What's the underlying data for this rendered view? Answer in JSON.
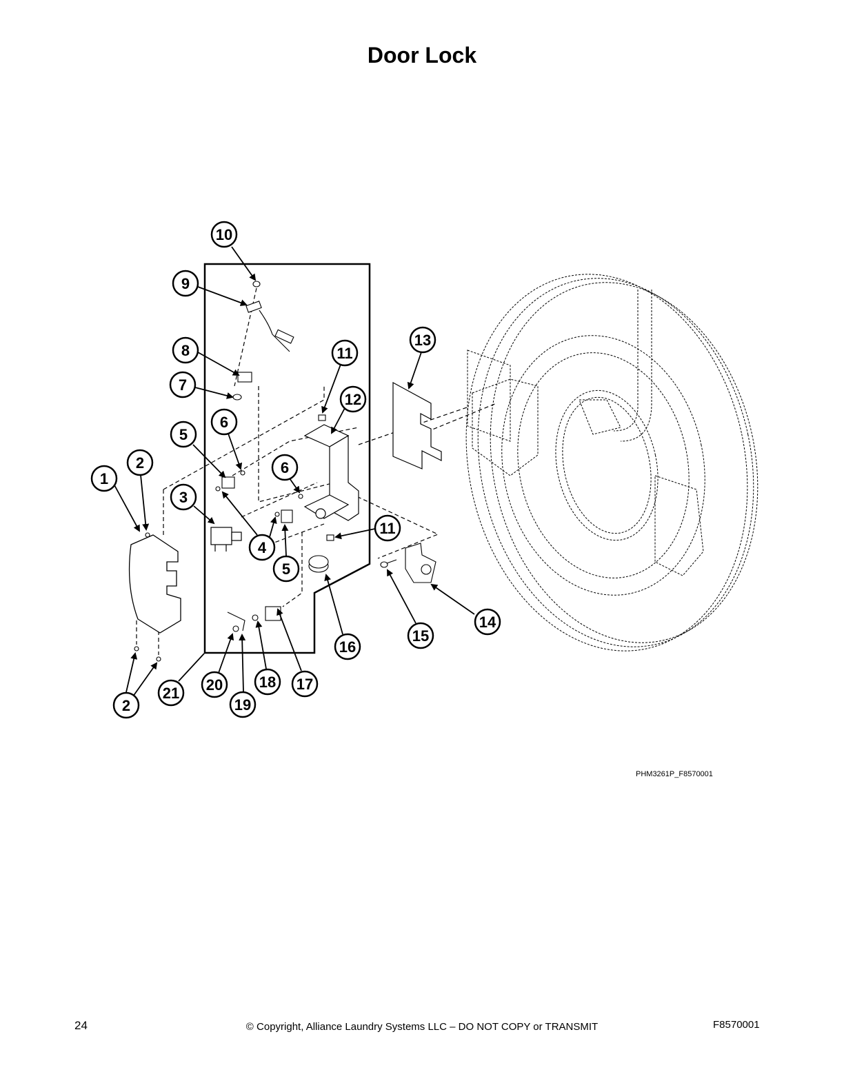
{
  "page": {
    "title": "Door Lock",
    "drawing_id": "PHM3261P_F8570001",
    "footer": {
      "page_number": "24",
      "copyright": "© Copyright, Alliance Laundry Systems LLC – DO NOT COPY or TRANSMIT",
      "doc_number": "F8570001"
    }
  },
  "callouts": [
    {
      "id": "c10",
      "label": "10"
    },
    {
      "id": "c9",
      "label": "9"
    },
    {
      "id": "c8",
      "label": "8"
    },
    {
      "id": "c7",
      "label": "7"
    },
    {
      "id": "c11a",
      "label": "11"
    },
    {
      "id": "c13",
      "label": "13"
    },
    {
      "id": "c12",
      "label": "12"
    },
    {
      "id": "c6a",
      "label": "6"
    },
    {
      "id": "c5a",
      "label": "5"
    },
    {
      "id": "c2a",
      "label": "2"
    },
    {
      "id": "c1",
      "label": "1"
    },
    {
      "id": "c6b",
      "label": "6"
    },
    {
      "id": "c3",
      "label": "3"
    },
    {
      "id": "c4",
      "label": "4"
    },
    {
      "id": "c11b",
      "label": "11"
    },
    {
      "id": "c5b",
      "label": "5"
    },
    {
      "id": "c16",
      "label": "16"
    },
    {
      "id": "c15",
      "label": "15"
    },
    {
      "id": "c14",
      "label": "14"
    },
    {
      "id": "c17",
      "label": "17"
    },
    {
      "id": "c18",
      "label": "18"
    },
    {
      "id": "c20",
      "label": "20"
    },
    {
      "id": "c19",
      "label": "19"
    },
    {
      "id": "c21",
      "label": "21"
    },
    {
      "id": "c2b",
      "label": "2"
    }
  ]
}
